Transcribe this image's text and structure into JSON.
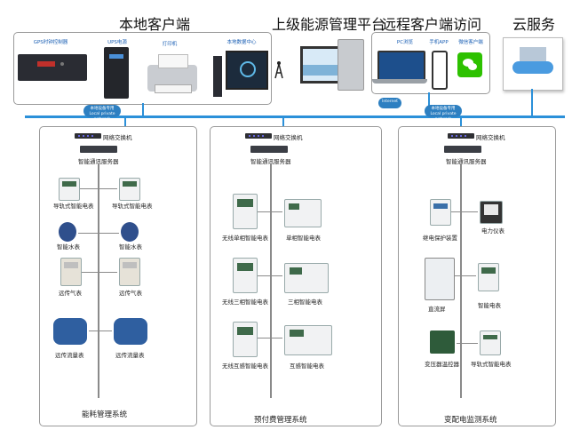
{
  "titles": {
    "local_client": "本地客户端",
    "platform": "上级能源管理平台",
    "remote_client": "远程客户端访问",
    "cloud_service": "云服务"
  },
  "local_devices": [
    {
      "label": "GPS时钟控制器"
    },
    {
      "label": "UPS电源"
    },
    {
      "label": "打印机"
    },
    {
      "label": "本地数据中心"
    }
  ],
  "remote_devices": [
    {
      "label": "PC浏览"
    },
    {
      "label": "手机APP"
    },
    {
      "label": "微信客户端"
    }
  ],
  "clouds": {
    "left": {
      "line1": "本地设备专用",
      "line2": "Local private network"
    },
    "internet": {
      "line1": "Internet"
    },
    "right": {
      "line1": "本地设备专用",
      "line2": "Local private network"
    }
  },
  "panels": [
    {
      "switch_label": "网络交换机",
      "server_label": "智能通讯服务器",
      "system_label": "能耗管理系统",
      "devices": [
        {
          "label": "导轨式智能电表"
        },
        {
          "label": "导轨式智能电表"
        },
        {
          "label": "智能水表"
        },
        {
          "label": "智能水表"
        },
        {
          "label": "远传气表"
        },
        {
          "label": "远传气表"
        },
        {
          "label": "远传流量表"
        },
        {
          "label": "远传流量表"
        }
      ]
    },
    {
      "switch_label": "网络交换机",
      "server_label": "智能通讯服务器",
      "system_label": "预付费管理系统",
      "devices": [
        {
          "label": "无线单相智能电表"
        },
        {
          "label": "单相智能电表"
        },
        {
          "label": "无线三相智能电表"
        },
        {
          "label": "三相智能电表"
        },
        {
          "label": "无线互感智能电表"
        },
        {
          "label": "互感智能电表"
        }
      ]
    },
    {
      "switch_label": "网络交换机",
      "server_label": "智能通讯服务器",
      "system_label": "变配电监测系统",
      "devices": [
        {
          "label": "继电保护装置"
        },
        {
          "label": "电力仪表"
        },
        {
          "label": "直流屏"
        },
        {
          "label": "智能电表"
        },
        {
          "label": "变压器温控器"
        },
        {
          "label": "导轨式智能电表"
        }
      ]
    }
  ]
}
